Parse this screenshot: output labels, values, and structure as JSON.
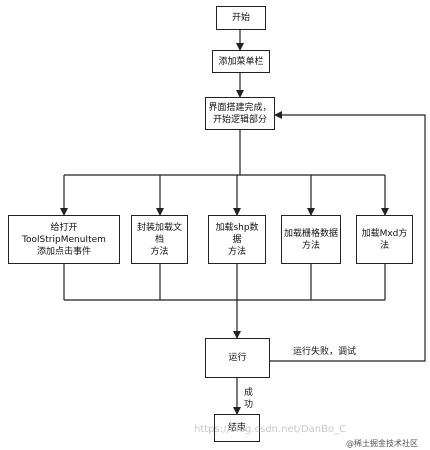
{
  "nodes": {
    "start": "开始",
    "add_menu": "添加菜单栏",
    "ui_done_line1": "界面搭建完成，",
    "ui_done_line2": "开始逻辑部分",
    "method1_line1": "给打开ToolStripMenuItem",
    "method1_line2": "添加点击事件",
    "method2_line1": "封装加载文档",
    "method2_line2": "方法",
    "method3_line1": "加载shp数据",
    "method3_line2": "方法",
    "method4_line1": "加载栅格数据",
    "method4_line2": "方法",
    "method5_line1": "加载Mxd方",
    "method5_line2": "法",
    "run": "运行",
    "end": "结束"
  },
  "edge_labels": {
    "fail": "运行失败，调试",
    "success_line1": "成",
    "success_line2": "功"
  },
  "watermark": {
    "url": "https://blog.csdn.net/DanBo_C",
    "site": "@稀土掘金技术社区"
  }
}
